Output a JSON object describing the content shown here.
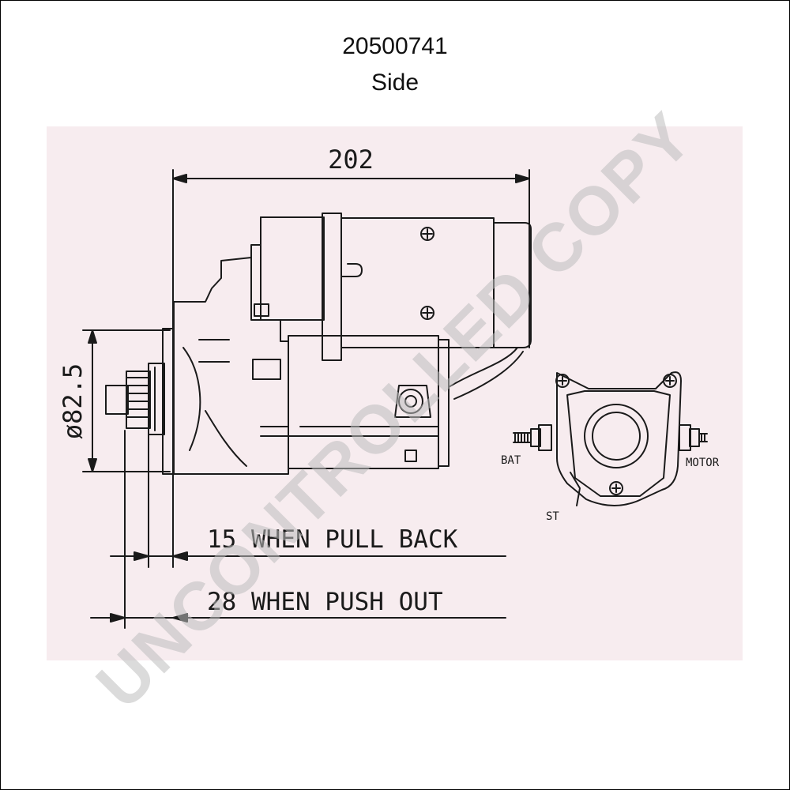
{
  "header": {
    "part_number": "20500741",
    "view": "Side"
  },
  "dimensions": {
    "length": "202",
    "diameter": "ø82.5",
    "pull_back": "15 WHEN PULL BACK",
    "push_out": "28 WHEN PUSH OUT"
  },
  "terminals": {
    "bat": "BAT",
    "motor": "MOTOR",
    "st": "ST"
  },
  "watermark": "UNCONTROLLED COPY",
  "colors": {
    "drawing_background": "#f7ecef",
    "line": "#1a1a1a",
    "watermark": "#bebebe"
  }
}
